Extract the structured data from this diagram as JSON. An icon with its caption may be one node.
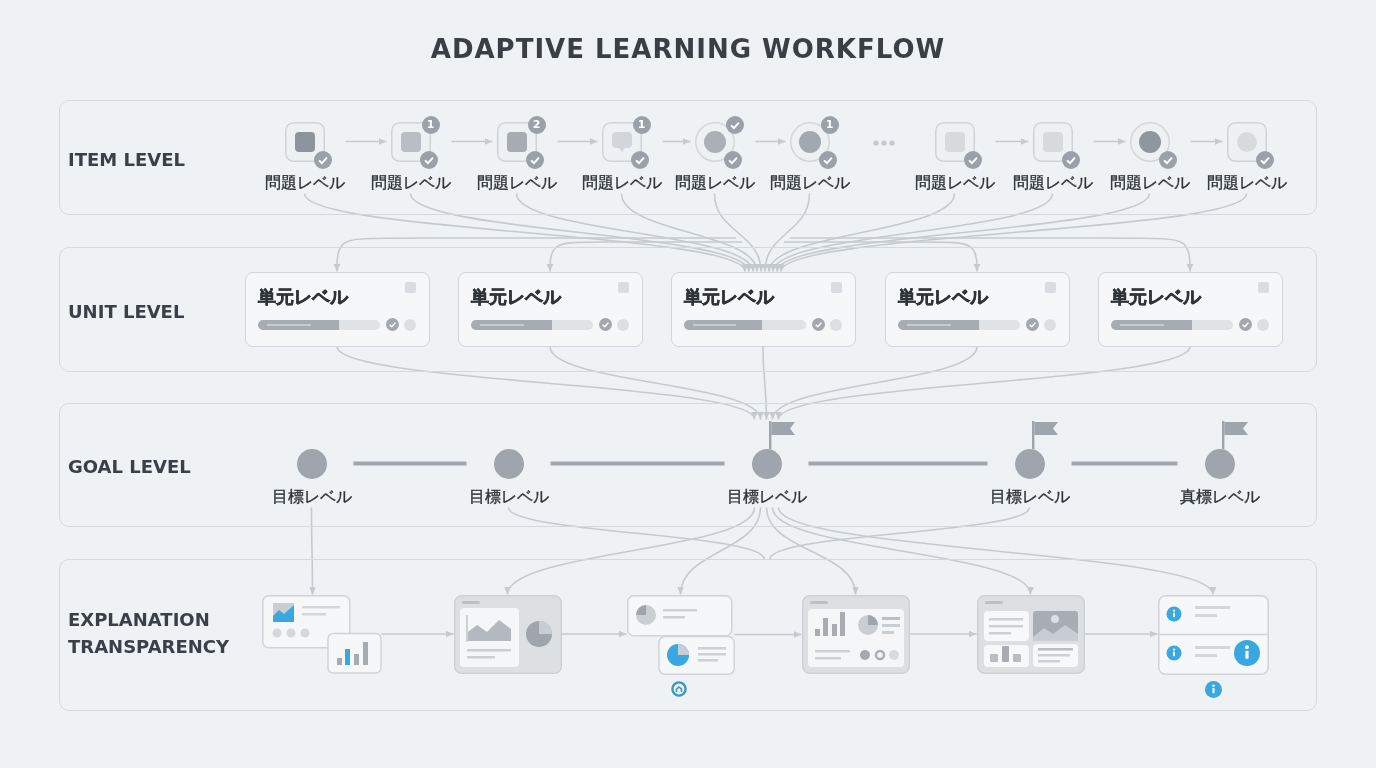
{
  "diagram": {
    "title": "ADAPTIVE LEARNING WORKFLOW",
    "nodes": [
      {
        "text": [
          "ITEM LEVEL"
        ]
      },
      {
        "text": [
          "問題レベル"
        ],
        "in": 0
      },
      {
        "text": [
          "1",
          "問題レベル"
        ],
        "in": 0
      },
      {
        "text": [
          "2",
          "問題レベル"
        ],
        "in": 0
      },
      {
        "text": [
          "1",
          "問題レベル"
        ],
        "in": 0
      },
      {
        "text": [
          "問題レベル"
        ],
        "in": 0
      },
      {
        "text": [
          "1",
          "問題レベル"
        ],
        "in": 0
      },
      {
        "text": [
          "問題レベル"
        ],
        "in": 0
      },
      {
        "text": [
          "問題レベル"
        ],
        "in": 0
      },
      {
        "text": [
          "問題レベル"
        ],
        "in": 0
      },
      {
        "text": [
          "問題レベル"
        ],
        "in": 0
      },
      {
        "text": [
          "UNIT LEVEL"
        ]
      },
      {
        "text": [
          "単元レベル"
        ],
        "in": 11
      },
      {
        "text": [
          "単元レベル"
        ],
        "in": 11
      },
      {
        "text": [
          "単元レベル"
        ],
        "in": 11
      },
      {
        "text": [
          "単元レベル"
        ],
        "in": 11
      },
      {
        "text": [
          "単元レベル"
        ],
        "in": 11
      },
      {
        "text": [
          "GOAL LEVEL"
        ]
      },
      {
        "text": [
          "目標レベル"
        ],
        "in": 17
      },
      {
        "text": [
          "目標レベル"
        ],
        "in": 17
      },
      {
        "text": [
          "目標レベル"
        ],
        "in": 17
      },
      {
        "text": [
          "目標レベル"
        ],
        "in": 17
      },
      {
        "text": [
          "真標レベル"
        ],
        "in": 17
      },
      {
        "text": [
          "EXPLANATION TRANSPARENCY"
        ]
      },
      {
        "text": [],
        "shape": "picture",
        "in": 23
      },
      {
        "text": [],
        "shape": "picture",
        "in": 23
      },
      {
        "text": [],
        "shape": "picture",
        "in": 23
      },
      {
        "text": [],
        "shape": "picture",
        "in": 23
      },
      {
        "text": [],
        "shape": "picture",
        "in": 23
      },
      {
        "text": [],
        "shape": "picture",
        "in": 23
      }
    ],
    "edges": [
      {
        "from": 1,
        "to": 2,
        "arrow": "to"
      },
      {
        "from": 2,
        "to": 3,
        "arrow": "to"
      },
      {
        "from": 3,
        "to": 4,
        "arrow": "to"
      },
      {
        "from": 4,
        "to": 5,
        "arrow": "to"
      },
      {
        "from": 5,
        "to": 6,
        "arrow": "to"
      },
      {
        "from": 7,
        "to": 8,
        "arrow": "to"
      },
      {
        "from": 8,
        "to": 9,
        "arrow": "to"
      },
      {
        "from": 9,
        "to": 10,
        "arrow": "to"
      },
      {
        "from": 1,
        "to": 14,
        "arrow": "to"
      },
      {
        "from": 2,
        "to": 14,
        "arrow": "to"
      },
      {
        "from": 3,
        "to": 14,
        "arrow": "to"
      },
      {
        "from": 4,
        "to": 14,
        "arrow": "to"
      },
      {
        "from": 5,
        "to": 14,
        "arrow": "to"
      },
      {
        "from": 6,
        "to": 14,
        "arrow": "to"
      },
      {
        "from": 7,
        "to": 14,
        "arrow": "to"
      },
      {
        "from": 8,
        "to": 14,
        "arrow": "to"
      },
      {
        "from": 9,
        "to": 14,
        "arrow": "to"
      },
      {
        "from": 10,
        "to": 14,
        "arrow": "to"
      },
      {
        "from": null,
        "to": 12,
        "arrow": "to"
      },
      {
        "from": null,
        "to": 13,
        "arrow": "to"
      },
      {
        "from": null,
        "to": 15,
        "arrow": "to"
      },
      {
        "from": null,
        "to": 16,
        "arrow": "to"
      },
      {
        "from": 12,
        "to": 20,
        "arrow": "to"
      },
      {
        "from": 13,
        "to": 20,
        "arrow": "to"
      },
      {
        "from": 14,
        "to": 20,
        "arrow": "to"
      },
      {
        "from": 15,
        "to": 20,
        "arrow": "to"
      },
      {
        "from": 16,
        "to": 20,
        "arrow": "to"
      },
      {
        "from": 18,
        "to": 19,
        "arrow": "none",
        "style": "thick",
        "color": "#a0a7ae"
      },
      {
        "from": 19,
        "to": 20,
        "arrow": "none",
        "style": "thick",
        "color": "#a0a7ae"
      },
      {
        "from": 20,
        "to": 21,
        "arrow": "none",
        "style": "thick",
        "color": "#a0a7ae"
      },
      {
        "from": 21,
        "to": 22,
        "arrow": "none",
        "style": "thick",
        "color": "#a0a7ae"
      },
      {
        "from": 18,
        "to": 24,
        "arrow": "to"
      },
      {
        "from": 20,
        "to": 25,
        "arrow": "to"
      },
      {
        "from": 20,
        "to": 26,
        "arrow": "to"
      },
      {
        "from": 20,
        "to": 27,
        "arrow": "to"
      },
      {
        "from": 20,
        "to": 28,
        "arrow": "to"
      },
      {
        "from": 20,
        "to": 29,
        "arrow": "to"
      },
      {
        "from": 19,
        "to": 23,
        "arrow": "none"
      },
      {
        "from": 21,
        "to": 23,
        "arrow": "none"
      },
      {
        "from": 24,
        "to": 25,
        "arrow": "to"
      },
      {
        "from": 25,
        "to": 26,
        "arrow": "to"
      },
      {
        "from": 26,
        "to": 27,
        "arrow": "to"
      },
      {
        "from": 27,
        "to": 28,
        "arrow": "to"
      },
      {
        "from": 28,
        "to": 29,
        "arrow": "to"
      }
    ]
  }
}
